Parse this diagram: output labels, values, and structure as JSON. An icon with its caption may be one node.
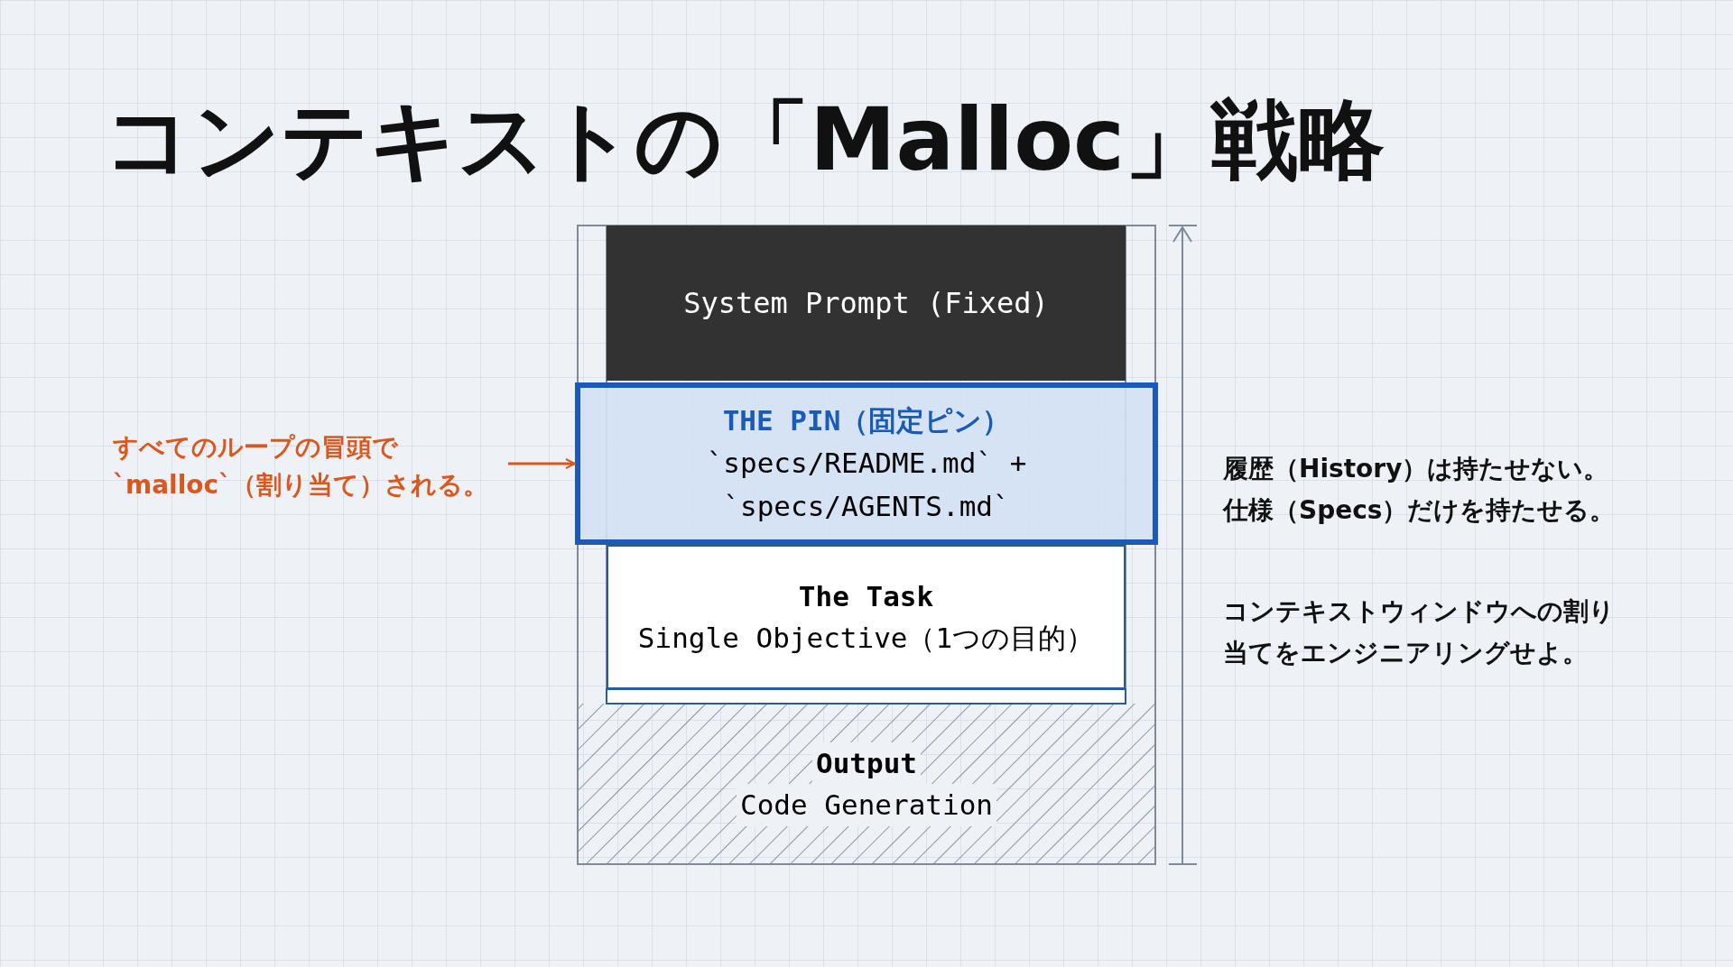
{
  "diagram": {
    "title": "コンテキストの「Malloc」戦略",
    "nodes": [
      {
        "text": [
          "System Prompt (Fixed)"
        ]
      },
      {
        "text": [
          "THE PIN（固定ピン）",
          "`specs/README.md` + `specs/AGENTS.md`"
        ]
      },
      {
        "text": [
          "The Task",
          "Single Objective（1つの目的）"
        ]
      },
      {
        "text": [
          "Output",
          "Code Generation"
        ]
      },
      {
        "text": [
          "すべてのループの冒頭で`malloc`（割り当て）される。"
        ]
      }
    ],
    "edges": [
      {
        "from": 4,
        "to": 1,
        "arrow": "to",
        "color": "#d9581f"
      }
    ],
    "labels": [
      "履歴（History）は持たせない。仕様（Specs）だけを持たせる。",
      "コンテキストウィンドウへの割り当てをエンジニアリングせよ。"
    ]
  }
}
